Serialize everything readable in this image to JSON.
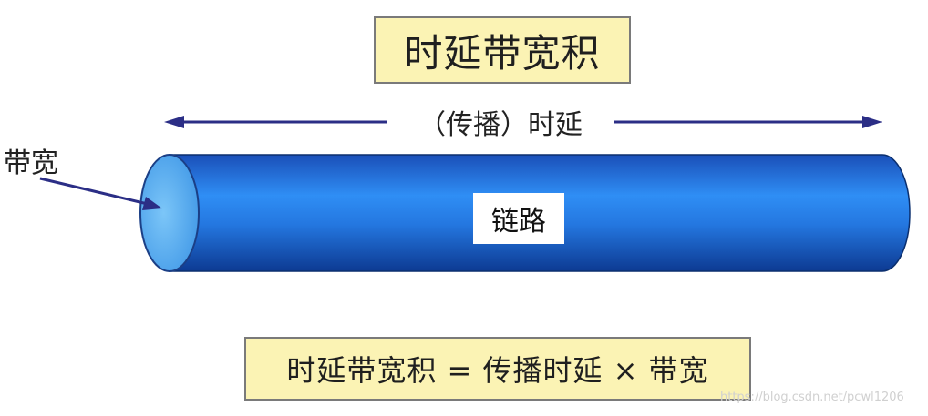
{
  "title": "时延带宽积",
  "arrow_label": "（传播）时延",
  "bandwidth_label": "带宽",
  "link_label": "链路",
  "formula": "时延带宽积 = 传播时延 × 带宽",
  "watermark": "https://blog.csdn.net/pcwl1206",
  "colors": {
    "box_fill": "#fbf3b4",
    "pipe_dark": "#1048a8",
    "pipe_light": "#2a86f0",
    "end_face": "#5ab0f2",
    "arrow": "#2b2e86"
  }
}
